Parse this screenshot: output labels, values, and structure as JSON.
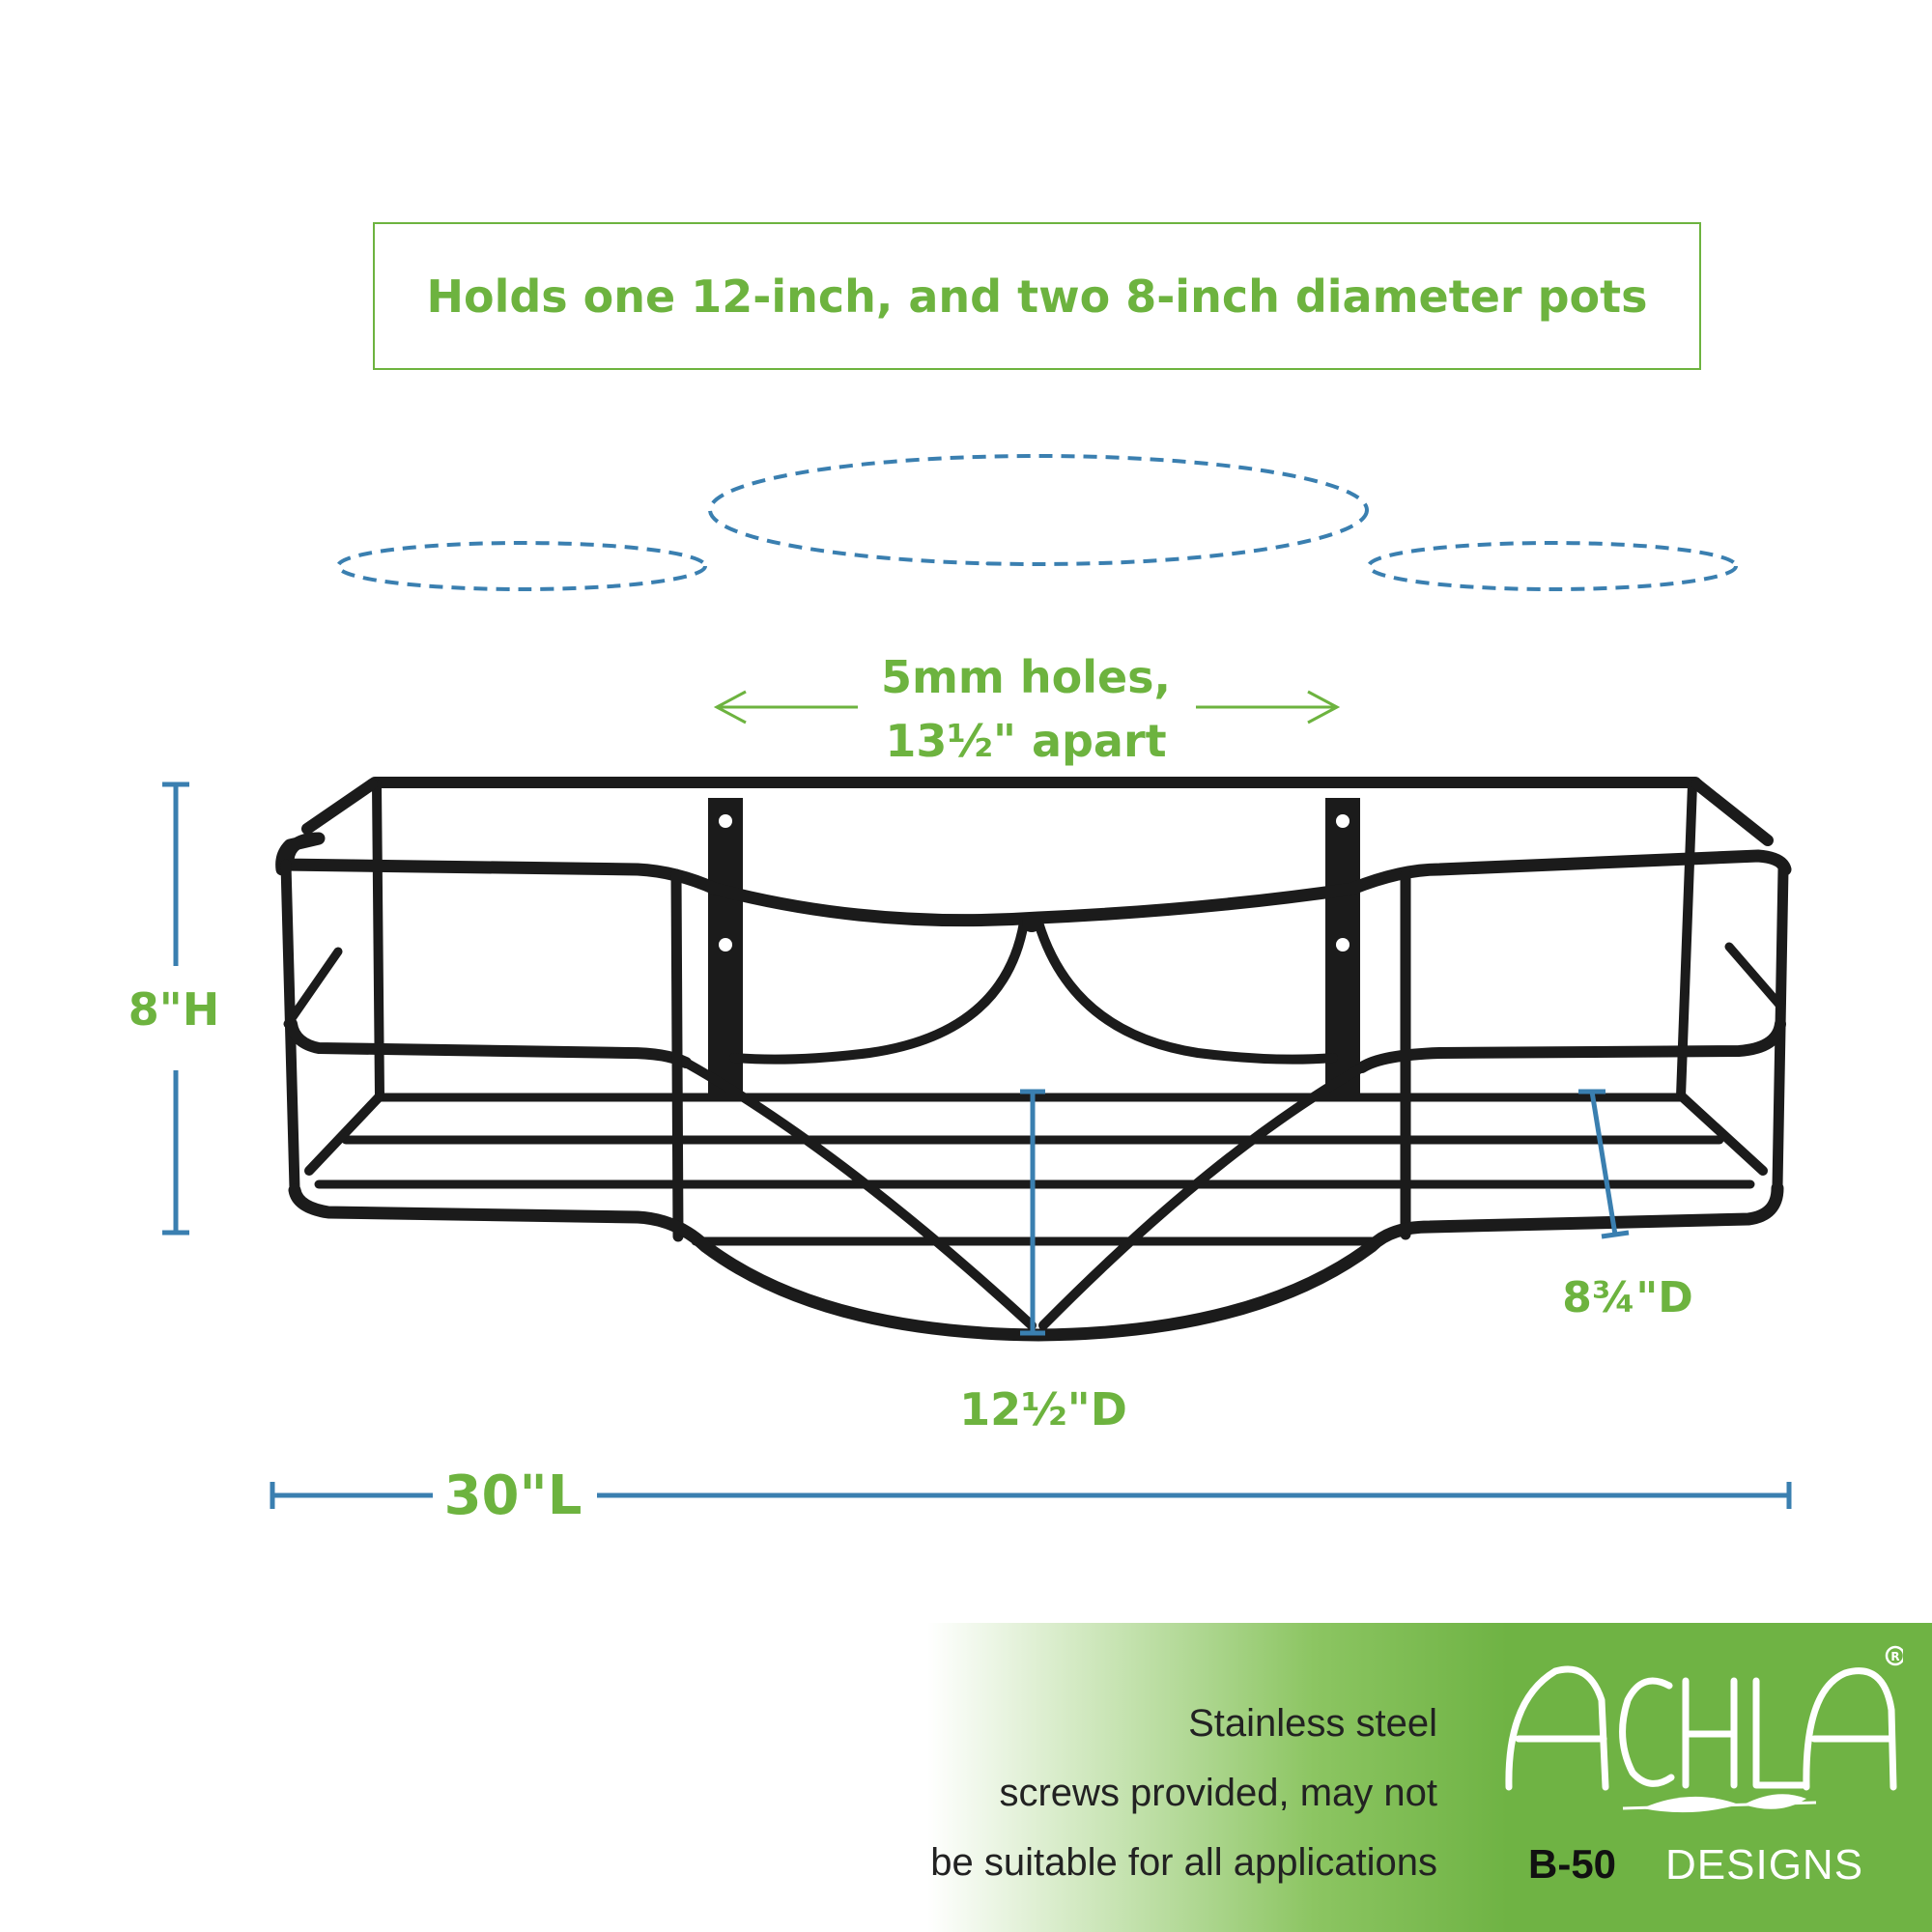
{
  "headline": "Holds one 12-inch, and two 8-inch diameter pots",
  "dimensions": {
    "holes_line1": "5mm holes,",
    "holes_line2": "13½\" apart",
    "height": "8\"H",
    "front_depth": "12½\"D",
    "side_depth": "8¾\"D",
    "length": "30\"L"
  },
  "disclaimer": {
    "line1": "Stainless steel",
    "line2": "screws provided, may not",
    "line3": "be suitable for all applications"
  },
  "brand": {
    "logo_text": "ACHLA",
    "registered": "®",
    "model": "B-50",
    "designs": "DESIGNS"
  },
  "colors": {
    "label_green": "#6db33f",
    "dimension_blue": "#3a7fb0",
    "banner_green": "#6fb344",
    "frame_black": "#1b1b1b"
  }
}
